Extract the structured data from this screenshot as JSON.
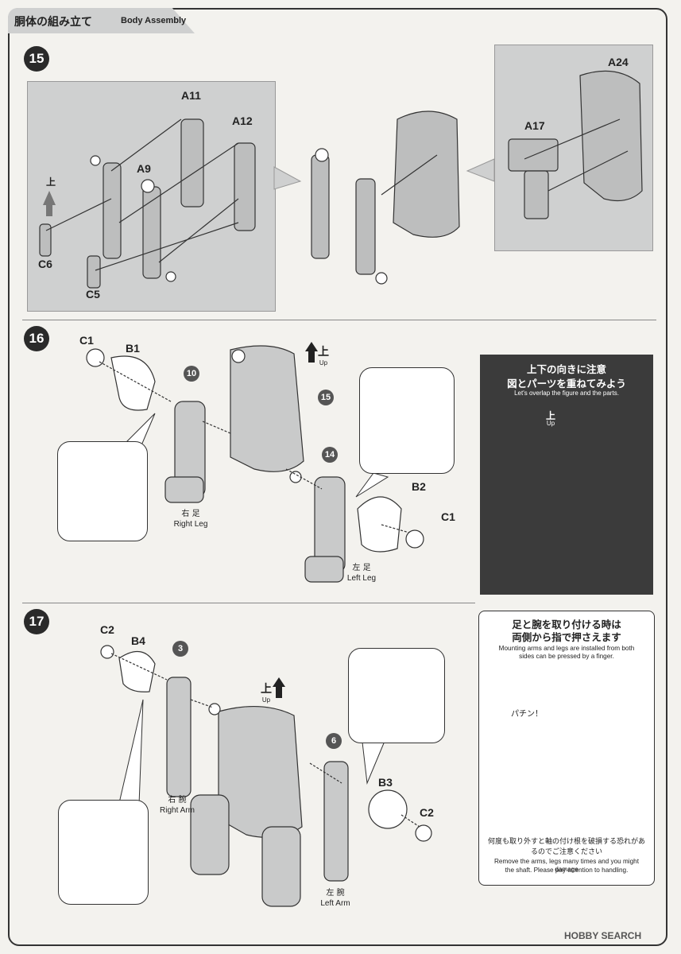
{
  "header": {
    "title_jp": "胴体の組み立て",
    "title_en": "Body Assembly"
  },
  "steps": {
    "s15": {
      "num": "15"
    },
    "s16": {
      "num": "16"
    },
    "s17": {
      "num": "17"
    }
  },
  "step15": {
    "parts": {
      "A11": "A11",
      "A12": "A12",
      "A9": "A9",
      "C6": "C6",
      "C5": "C5",
      "A24": "A24",
      "A17": "A17"
    },
    "up_jp": "上"
  },
  "step16": {
    "parts": {
      "C1a": "C1",
      "B1": "B1",
      "B2": "B2",
      "C1b": "C1"
    },
    "sub10": "10",
    "sub14": "14",
    "sub15": "15",
    "up_jp": "上",
    "up_en": "Up",
    "right_leg_jp": "右 足",
    "right_leg_en": "Right Leg",
    "left_leg_jp": "左 足",
    "left_leg_en": "Left Leg",
    "note": {
      "line1": "上下の向きに注意",
      "line2": "図とパーツを重ねてみよう",
      "en": "Let's overlap the figure and the parts.",
      "up_jp": "上",
      "up_en": "Up"
    }
  },
  "step17": {
    "parts": {
      "C2a": "C2",
      "B4": "B4",
      "B3": "B3",
      "C2b": "C2"
    },
    "sub3": "3",
    "sub6": "6",
    "up_jp": "上",
    "up_en": "Up",
    "right_arm_jp": "右 腕",
    "right_arm_en": "Right Arm",
    "left_arm_jp": "左 腕",
    "left_arm_en": "Left Arm",
    "note": {
      "line1": "足と腕を取り付ける時は",
      "line2": "両側から指で押さえます",
      "en1": "Mounting arms and legs are installed from both",
      "en2": "sides can be pressed by a finger.",
      "sfx": "パチン！",
      "warn_jp": "何度も取り外すと軸の付け根を破損する恐れがあるのでご注意ください",
      "warn_en1": "Remove the arms, legs many times and you might damage",
      "warn_en2": "the shaft. Please pay attention to handling."
    }
  },
  "watermark": "HOBBY SEARCH"
}
